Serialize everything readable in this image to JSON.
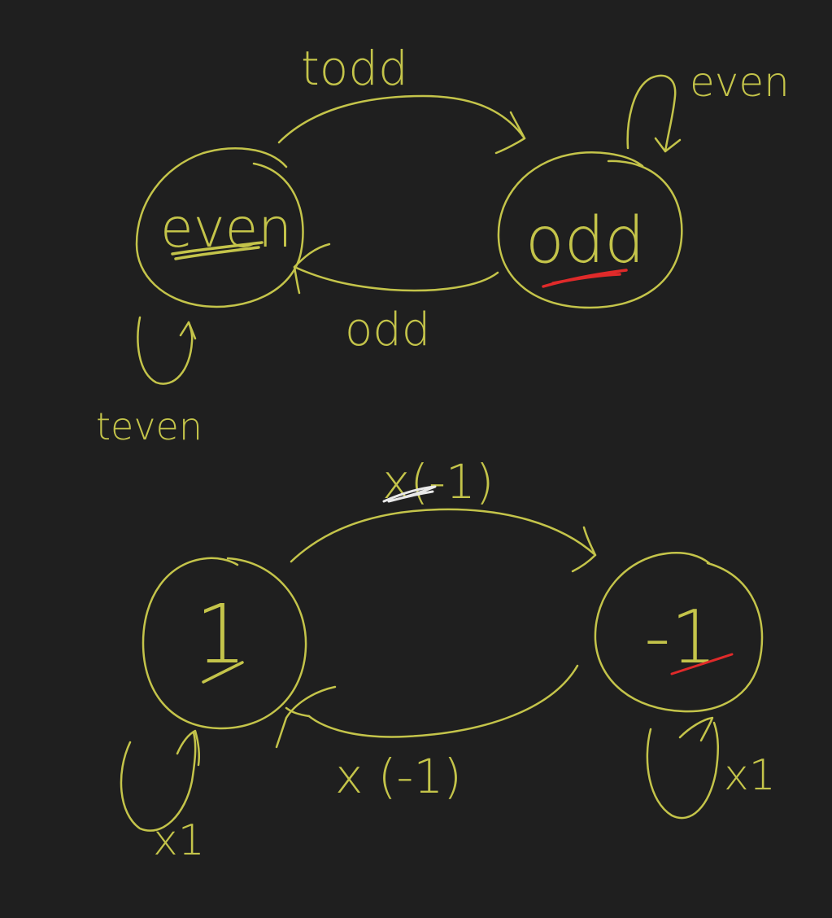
{
  "colors": {
    "background": "#1f1f1f",
    "ink": "#c4c44a",
    "highlight": "#e02a2a",
    "white": "#e8e8e8"
  },
  "diagram1": {
    "state_even": "even",
    "state_odd": "odd",
    "edge_even_to_odd": "todd",
    "edge_odd_to_even": "odd",
    "self_loop_odd": "even",
    "self_loop_even": "teven"
  },
  "diagram2": {
    "state_left": "1",
    "state_right": "-1",
    "edge_top": "x(-1)",
    "edge_bottom": "x (-1)",
    "self_loop_left": "x1",
    "self_loop_right": "x1"
  }
}
